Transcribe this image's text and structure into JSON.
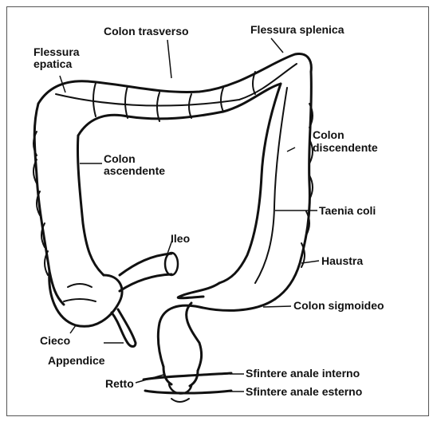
{
  "figure": {
    "labels": {
      "colon_trasverso": "Colon trasverso",
      "flessura_splenica": "Flessura splenica",
      "flessura_epatica_1": "Flessura",
      "flessura_epatica_2": "epatica",
      "colon_discendente_1": "Colon",
      "colon_discendente_2": "discendente",
      "colon_ascendente_1": "Colon",
      "colon_ascendente_2": "ascendente",
      "taenia_coli": "Taenia coli",
      "ileo": "Ileo",
      "haustra": "Haustra",
      "colon_sigmoideo": "Colon sigmoideo",
      "cieco": "Cieco",
      "appendice": "Appendice",
      "retto": "Retto",
      "sfintere_interno": "Sfintere anale interno",
      "sfintere_esterno": "Sfintere anale esterno"
    }
  }
}
